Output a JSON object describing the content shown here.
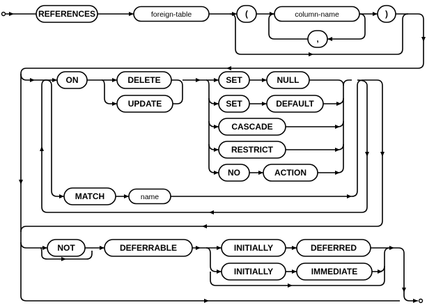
{
  "diagram": {
    "terms": {
      "references": "REFERENCES",
      "foreign_table": "foreign-table",
      "lparen": "(",
      "column_name": "column-name",
      "comma": ",",
      "rparen": ")",
      "on": "ON",
      "delete": "DELETE",
      "update": "UPDATE",
      "set1": "SET",
      "null": "NULL",
      "set2": "SET",
      "default": "DEFAULT",
      "cascade": "CASCADE",
      "restrict": "RESTRICT",
      "no": "NO",
      "action": "ACTION",
      "match": "MATCH",
      "name": "name",
      "not": "NOT",
      "deferrable": "DEFERRABLE",
      "initially1": "INITIALLY",
      "deferred": "DEFERRED",
      "initially2": "INITIALLY",
      "immediate": "IMMEDIATE"
    },
    "colors": {
      "line": "#000000",
      "background": "#ffffff"
    }
  }
}
